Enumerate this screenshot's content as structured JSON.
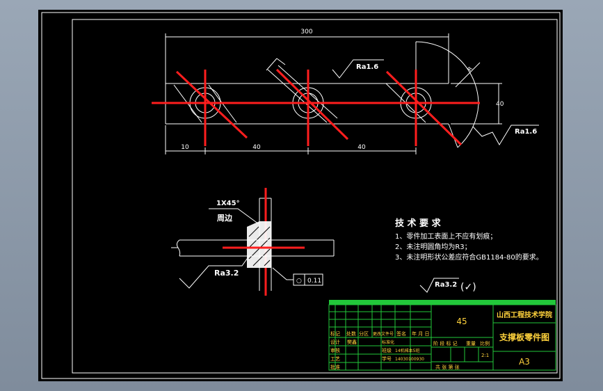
{
  "drawing": {
    "background": "#000000",
    "line_color": "#ffffff",
    "center_line_color": "#ff1e1e",
    "table_border_color": "#22c83a",
    "table_text_color": "#ffd23c"
  },
  "dimensions": {
    "overall_length": "300",
    "width": "40",
    "seg1": "10",
    "seg2": "40",
    "seg3": "40",
    "roughness1": "Ra1.6",
    "roughness2": "Ra1.6",
    "roughness3": "Ra3.2",
    "chamfer": "1X45°",
    "chamfer_note": "周边"
  },
  "tolerance": {
    "symbol": "○",
    "value": "0.11"
  },
  "requirements": {
    "title": "技 术 要 求",
    "items": [
      "1、零件加工表面上不应有划痕；",
      "2、未注明圆角均为R3；",
      "3、未注明形状公差应符合GB1184-80的要求。"
    ],
    "general_roughness": "Ra3.2",
    "general_mark": "(✓)"
  },
  "title_block": {
    "material": "45",
    "school": "山西工程技术学院",
    "drawing_name": "支撑板零件图",
    "paper_size": "A3",
    "scale": "2:1",
    "designer_label": "设计",
    "designer_name": "樊鑫",
    "standardized_label": "标准化",
    "review_label": "审核",
    "process_label": "工艺",
    "approve_label": "批准",
    "class_label": "班级",
    "class_value": "14机械本5班",
    "student_id_label": "学号",
    "student_id_value": "14030100930",
    "mark_label": "标记",
    "count_label": "处数",
    "zone_label": "分区",
    "change_doc_label": "更改文件号",
    "signature_label": "签名",
    "date_label": "年 月 日",
    "stage_label": "阶 段 标 记",
    "weight_label": "重量",
    "ratio_label": "比例",
    "sheet_labels": "共 张 第 张"
  }
}
